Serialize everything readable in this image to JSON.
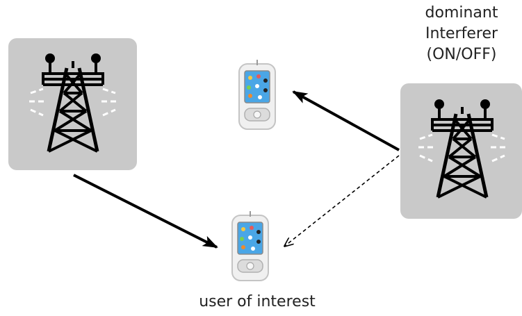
{
  "labels": {
    "interferer_line1": "dominant",
    "interferer_line2": "Interferer",
    "interferer_line3": "(ON/OFF)",
    "user": "user of interest"
  },
  "icons": {
    "serving_tower": "cell-tower-icon",
    "interferer_tower": "cell-tower-icon",
    "other_phone": "mobile-phone-icon",
    "user_phone": "mobile-phone-icon"
  },
  "colors": {
    "tile_background": "#c9c9c9",
    "tower_stroke": "#000000",
    "arrow": "#000000",
    "signal_waves": "#ffffff"
  },
  "links": {
    "serving": "solid",
    "interferer_to_other": "solid",
    "interferer_to_user": "dashed"
  }
}
